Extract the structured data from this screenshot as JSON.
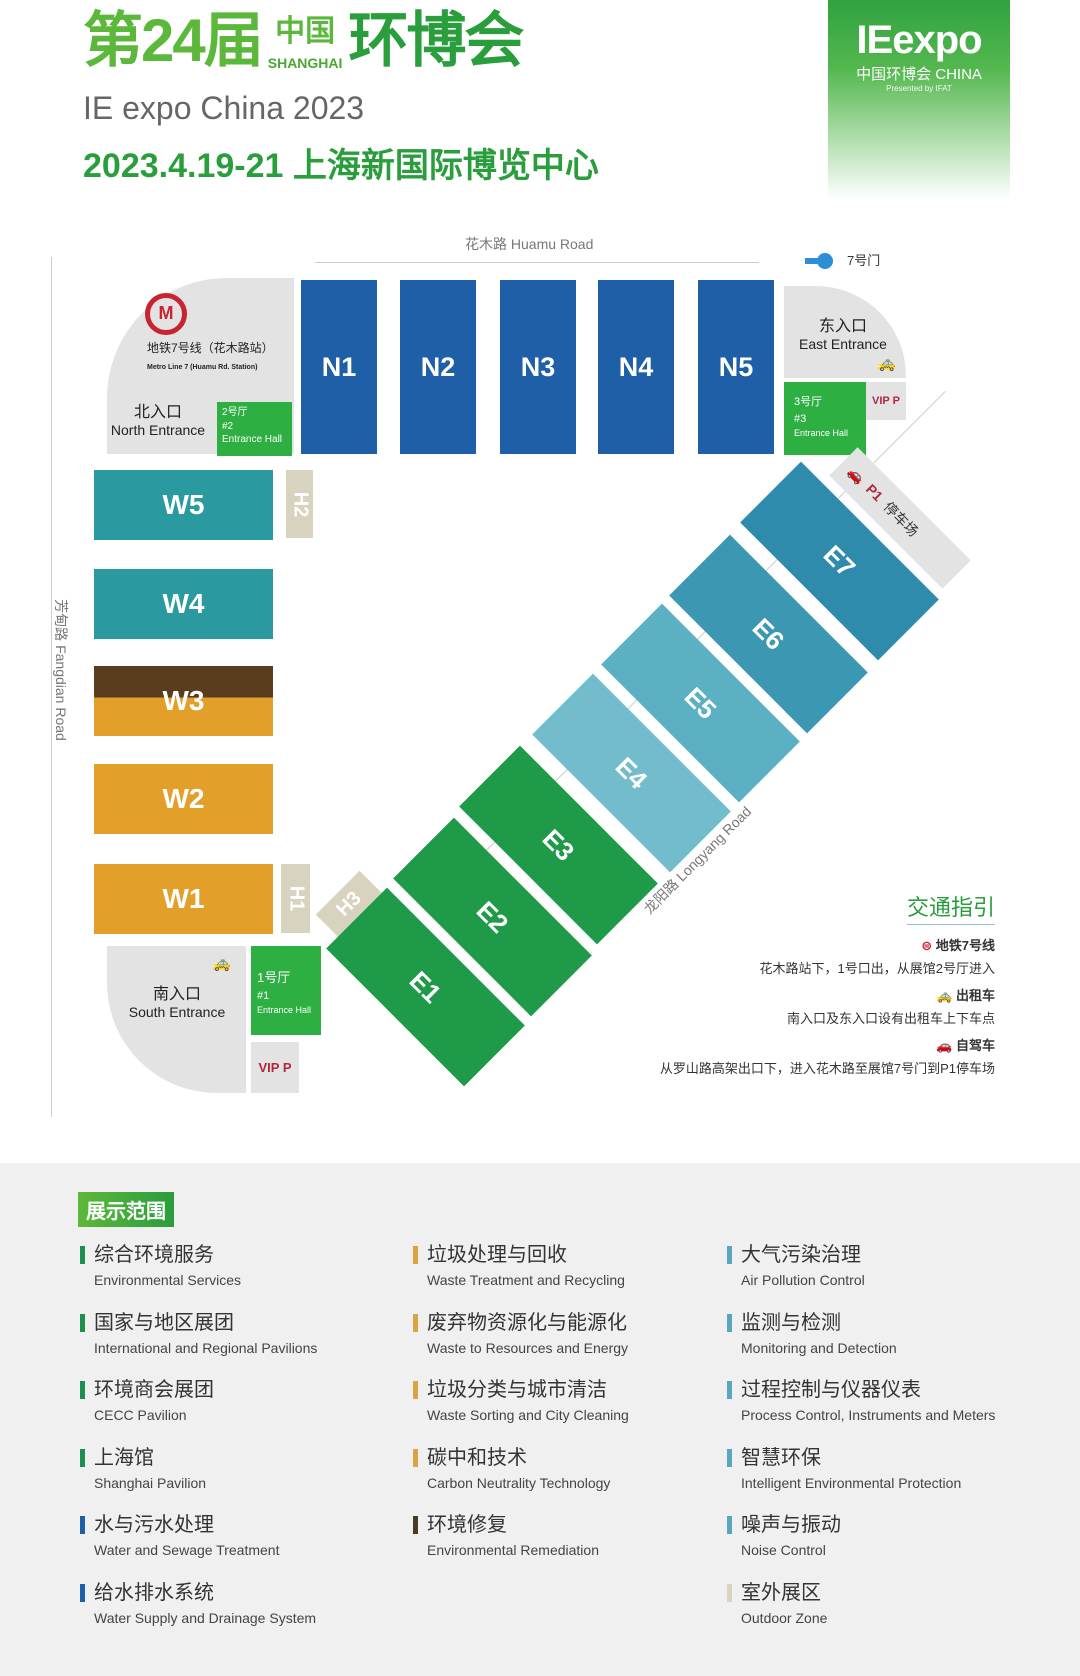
{
  "header": {
    "title_prefix": "第24届",
    "title_cn_small": "中国",
    "title_shanghai": "SHANGHAI",
    "title_main": "环博会",
    "subtitle": "IE expo China 2023",
    "date_venue": "2023.4.19-21 上海新国际博览中心"
  },
  "logo": {
    "brand": "IEexpo",
    "cn": "中国环博会 CHINA",
    "presented": "Presented by IFAT"
  },
  "map": {
    "roads": {
      "north": "花木路  Huamu Road",
      "west": "芳甸路  Fangdian Road",
      "east": "龙阳路  Longyang Road"
    },
    "gate7": "7号门",
    "metro": {
      "cn": "地铁7号线（花木路站）",
      "en": "Metro Line 7 (Huamu Rd. Station)"
    },
    "north_entrance": {
      "cn": "北入口",
      "en": "North Entrance"
    },
    "east_entrance": {
      "cn": "东入口",
      "en": "East Entrance"
    },
    "south_entrance": {
      "cn": "南入口",
      "en": "South Entrance"
    },
    "entrance_halls": [
      {
        "cn": "1号厅",
        "num": "#1",
        "en": "Entrance Hall"
      },
      {
        "cn": "2号厅",
        "num": "#2",
        "en": "Entrance Hall"
      },
      {
        "cn": "3号厅",
        "num": "#3",
        "en": "Entrance Hall"
      }
    ],
    "vip": "VIP P",
    "p1": {
      "code": "P1",
      "label": "停车场"
    },
    "north_halls": [
      "N1",
      "N2",
      "N3",
      "N4",
      "N5"
    ],
    "west_halls": [
      "W5",
      "W4",
      "W3",
      "W2",
      "W1"
    ],
    "east_halls": [
      "E1",
      "E2",
      "E3",
      "E4",
      "E5",
      "E6",
      "E7"
    ],
    "small_halls": [
      "H1",
      "H2",
      "H3"
    ],
    "colors": {
      "north": "#1f5fa8",
      "teal": "#2a9aa0",
      "orange": "#e2a02a",
      "brown": "#5a3d1e",
      "green": "#1e9a48",
      "entrance": "#2db041"
    }
  },
  "guide": {
    "title": "交通指引",
    "items": [
      {
        "icon": "metro-icon",
        "label": "地铁7号线",
        "desc": "花木路站下，1号口出，从展馆2号厅进入"
      },
      {
        "icon": "taxi-icon",
        "label": "出租车",
        "desc": "南入口及东入口设有出租车上下车点"
      },
      {
        "icon": "car-icon",
        "label": "自驾车",
        "desc": "从罗山路高架出口下，进入花木路至展馆7号门到P1停车场"
      }
    ]
  },
  "scope": {
    "title": "展示范围",
    "columns": [
      [
        {
          "cn": "综合环境服务",
          "en": "Environmental Services",
          "color": "#1e8f4e"
        },
        {
          "cn": "国家与地区展团",
          "en": "International and Regional Pavilions",
          "color": "#1e8f4e"
        },
        {
          "cn": "环境商会展团",
          "en": "CECC Pavilion",
          "color": "#1e8f4e"
        },
        {
          "cn": "上海馆",
          "en": "Shanghai Pavilion",
          "color": "#1e8f4e"
        },
        {
          "cn": "水与污水处理",
          "en": "Water and Sewage Treatment",
          "color": "#1f5fa8"
        },
        {
          "cn": "给水排水系统",
          "en": "Water Supply and Drainage System",
          "color": "#1f5fa8"
        }
      ],
      [
        {
          "cn": "垃圾处理与回收",
          "en": "Waste Treatment and Recycling",
          "color": "#d9a441"
        },
        {
          "cn": "废弃物资源化与能源化",
          "en": "Waste to Resources and Energy",
          "color": "#d9a441"
        },
        {
          "cn": "垃圾分类与城市清洁",
          "en": "Waste Sorting and City Cleaning",
          "color": "#d9a441"
        },
        {
          "cn": "碳中和技术",
          "en": "Carbon Neutrality Technology",
          "color": "#d9a441"
        },
        {
          "cn": "环境修复",
          "en": "Environmental Remediation",
          "color": "#4a3a22"
        }
      ],
      [
        {
          "cn": "大气污染治理",
          "en": "Air Pollution Control",
          "color": "#5aa6bf"
        },
        {
          "cn": "监测与检测",
          "en": "Monitoring and Detection",
          "color": "#5aa6bf"
        },
        {
          "cn": "过程控制与仪器仪表",
          "en": "Process Control, Instruments and Meters",
          "color": "#5aa6bf"
        },
        {
          "cn": "智慧环保",
          "en": "Intelligent Environmental Protection",
          "color": "#5aa6bf"
        },
        {
          "cn": "噪声与振动",
          "en": "Noise Control",
          "color": "#5aa6bf"
        },
        {
          "cn": "室外展区",
          "en": "Outdoor Zone",
          "color": "#d8d4bf"
        }
      ]
    ]
  }
}
